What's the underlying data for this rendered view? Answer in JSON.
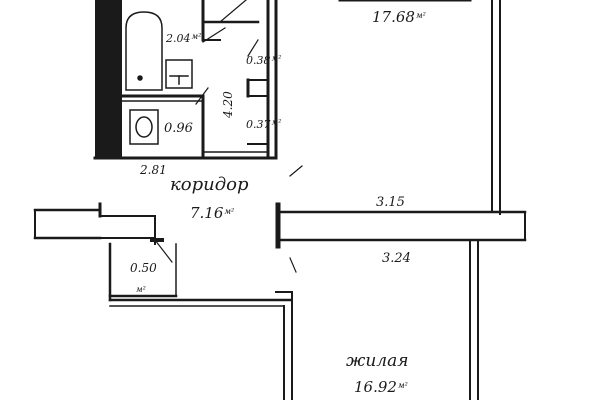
{
  "colors": {
    "ink": "#1a1a1a",
    "paper": "#ffffff"
  },
  "rooms": {
    "living_top": {
      "area": "17.68",
      "unit": "м²"
    },
    "bathroom": {
      "area": "2.04",
      "unit": "м²"
    },
    "toilet": {
      "area": "0.96"
    },
    "closet_a": {
      "area": "0.38",
      "unit": "м²"
    },
    "closet_b": {
      "area": "0.37",
      "unit": "м²"
    },
    "corridor": {
      "name": "коридор",
      "area": "7.16",
      "unit": "м²"
    },
    "niche": {
      "area": "0.50",
      "unit": "м²"
    },
    "living_bottom": {
      "name": "жилая",
      "area": "16.92",
      "unit": "м²"
    }
  },
  "dimensions": {
    "corridor_width": "2.81",
    "service_length": "4.20",
    "room_width_top": "3.15",
    "room_width_bottom": "3.24"
  },
  "icons": [
    "bathtub-icon",
    "sink-icon",
    "toilet-icon"
  ]
}
